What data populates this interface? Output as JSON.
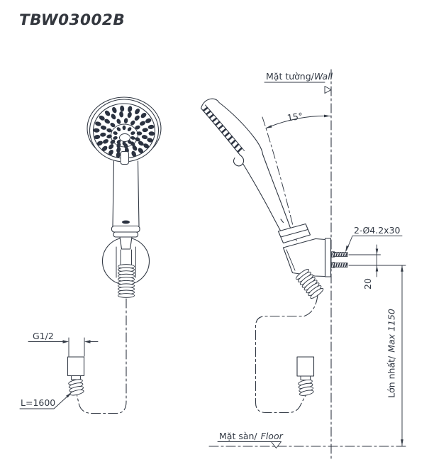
{
  "page": {
    "title": "TBW03002B"
  },
  "labels": {
    "wall": {
      "vi": "Mặt tường/",
      "en": "Wall"
    },
    "floor": {
      "vi": "Mặt sàn/",
      "en": "Floor"
    },
    "max_height": {
      "vi": "Lớn nhất/",
      "en": "Max 1150"
    },
    "angle": "15°",
    "screw_spec": "2-Ø4.2x30",
    "screw_spacing": "20",
    "inlet_thread": "G1/2",
    "hose_length": "L=1600"
  },
  "colors": {
    "line": "#333a45",
    "ink": "#2b3240",
    "title": "#33373e",
    "background": "#ffffff"
  }
}
